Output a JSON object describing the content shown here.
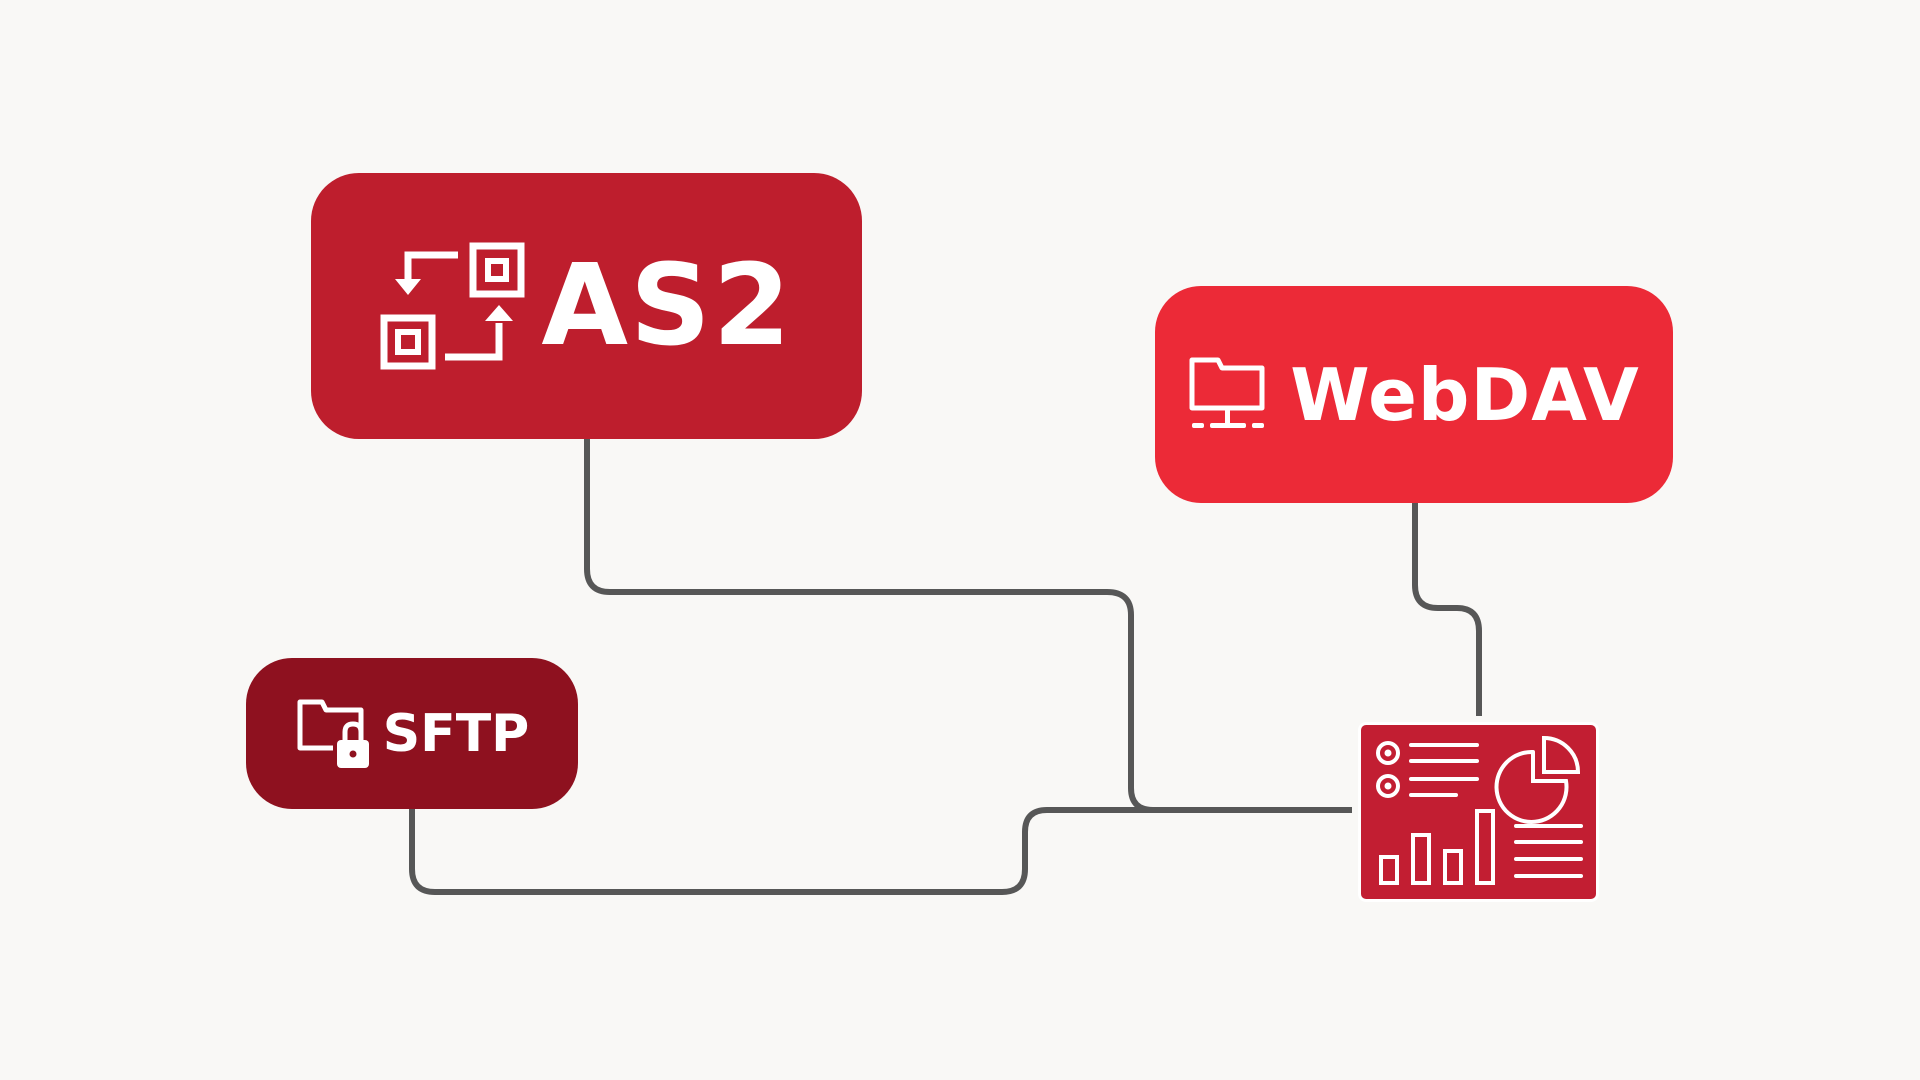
{
  "nodes": {
    "as2": {
      "label": "AS2",
      "icon": "file-exchange-icon",
      "color": "#be1e2d"
    },
    "webdav": {
      "label": "WebDAV",
      "icon": "network-folder-icon",
      "color": "#ec2a37"
    },
    "sftp": {
      "label": "SFTP",
      "icon": "locked-folder-icon",
      "color": "#8e111f"
    },
    "dashboard": {
      "icon": "analytics-dashboard-icon",
      "color": "#c21e32"
    }
  },
  "connector_color": "#575757"
}
